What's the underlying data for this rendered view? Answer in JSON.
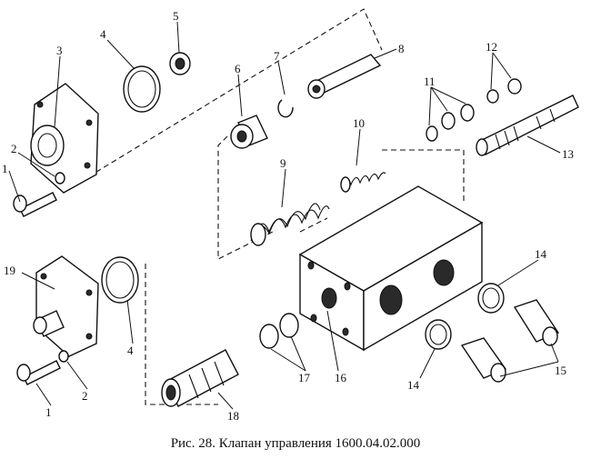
{
  "caption": "Рис. 28. Клапан управления 1600.04.02.000",
  "labels": {
    "p1a": "1",
    "p2a": "2",
    "p3": "3",
    "p4a": "4",
    "p5": "5",
    "p6": "6",
    "p7": "7",
    "p8": "8",
    "p9": "9",
    "p10": "10",
    "p11": "11",
    "p12": "12",
    "p13": "13",
    "p14a": "14",
    "p14b": "14",
    "p15": "15",
    "p16": "16",
    "p17": "17",
    "p18": "18",
    "p19": "19",
    "p4b": "4",
    "p2b": "2",
    "p1b": "1"
  }
}
